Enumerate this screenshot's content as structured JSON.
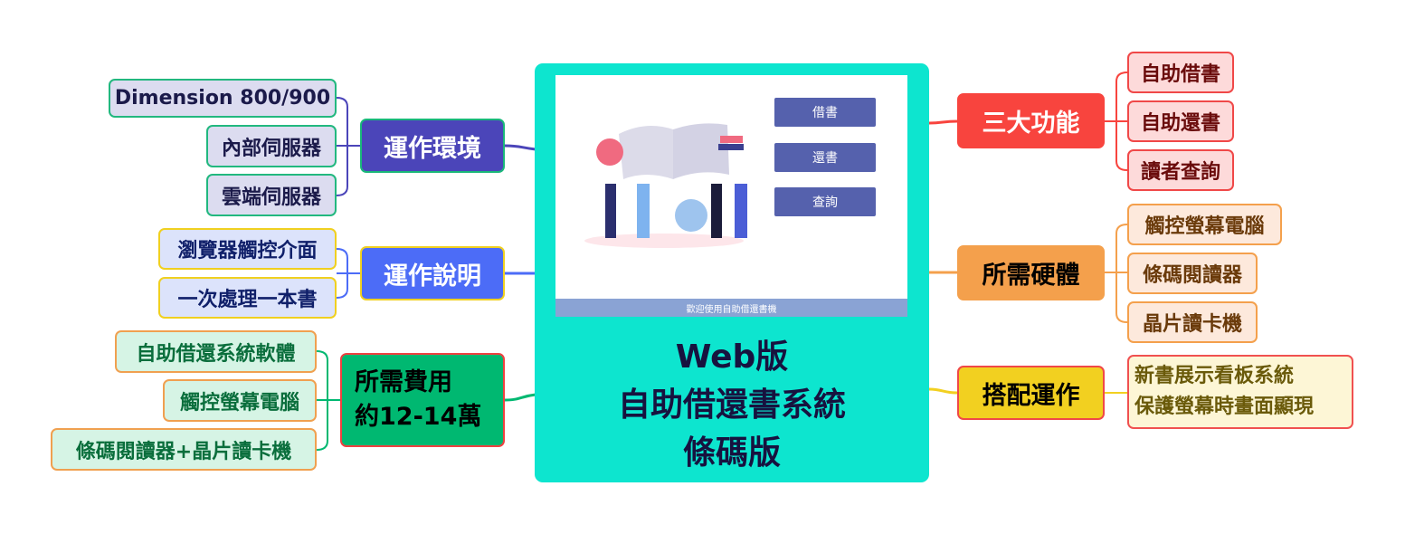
{
  "center": {
    "title_lines": [
      "Web版",
      "自助借還書系統",
      "條碼版"
    ],
    "screen": {
      "buttons": [
        "借書",
        "還書",
        "查詢"
      ],
      "footer": "歡迎使用自助借還書機"
    }
  },
  "left": [
    {
      "label": "運作環境",
      "children": [
        "Dimension 800/900",
        "內部伺服器",
        "雲端伺服器"
      ]
    },
    {
      "label": "運作說明",
      "children": [
        "瀏覽器觸控介面",
        "一次處理一本書"
      ]
    },
    {
      "label_lines": [
        "所需費用",
        "約12-14萬"
      ],
      "children": [
        "自助借還系統軟體",
        "觸控螢幕電腦",
        "條碼閱讀器+晶片讀卡機"
      ]
    }
  ],
  "right": [
    {
      "label": "三大功能",
      "children": [
        "自助借書",
        "自助還書",
        "讀者查詢"
      ]
    },
    {
      "label": "所需硬體",
      "children": [
        "觸控螢幕電腦",
        "條碼閱讀器",
        "晶片讀卡機"
      ]
    },
    {
      "label": "搭配運作",
      "children_lines": [
        "新書展示看板系統",
        "保護螢幕時畫面顯現"
      ]
    }
  ],
  "colors": {
    "center": "#0de5cf",
    "env": "#4b45b9",
    "usage": "#4c6cf7",
    "cost": "#00b871",
    "func": "#f8443e",
    "hw": "#f4a04c",
    "combo": "#f2d020"
  }
}
